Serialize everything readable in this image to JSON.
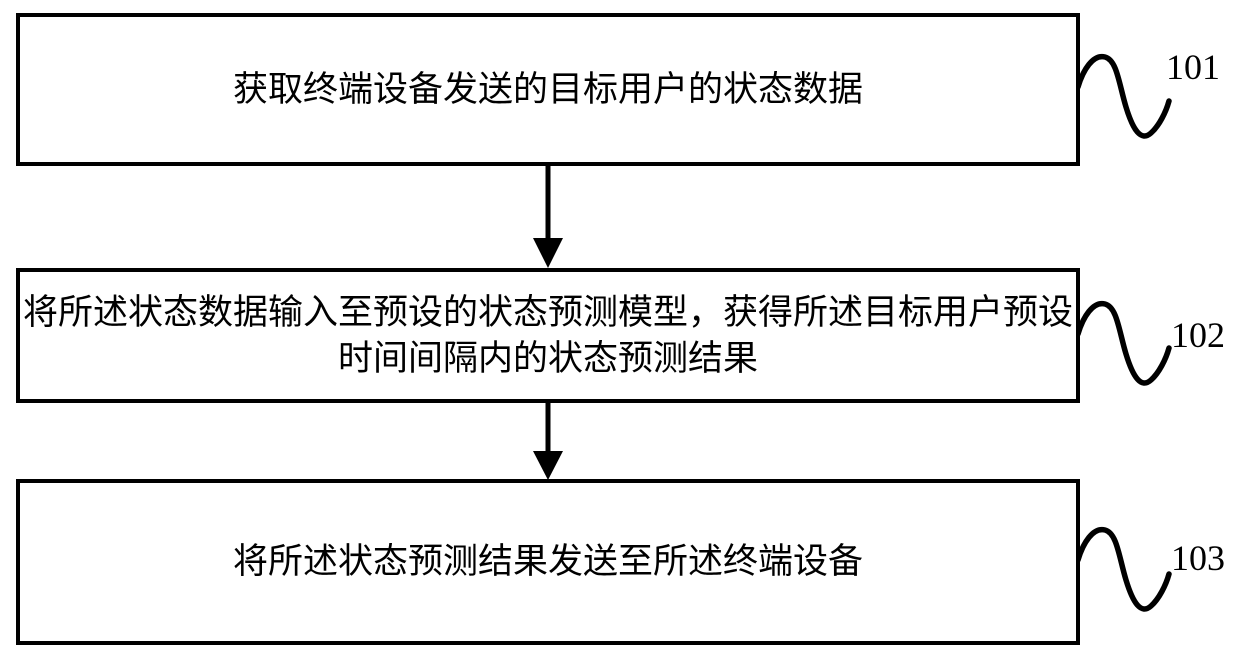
{
  "figure": {
    "type": "flowchart",
    "background_color": "#ffffff",
    "ink_color": "#000000"
  },
  "icons": {
    "connector": "down-arrow-icon",
    "reference_mark": "squiggle-icon"
  },
  "steps": [
    {
      "label": "101",
      "lines": [
        "获取终端设备发送的目标用户的状态数据"
      ]
    },
    {
      "label": "102",
      "lines": [
        "将所述状态数据输入至预设的状态预测模型，获得所述目标用户预设",
        "时间间隔内的状态预测结果"
      ]
    },
    {
      "label": "103",
      "lines": [
        "将所述状态预测结果发送至所述终端设备"
      ]
    }
  ]
}
